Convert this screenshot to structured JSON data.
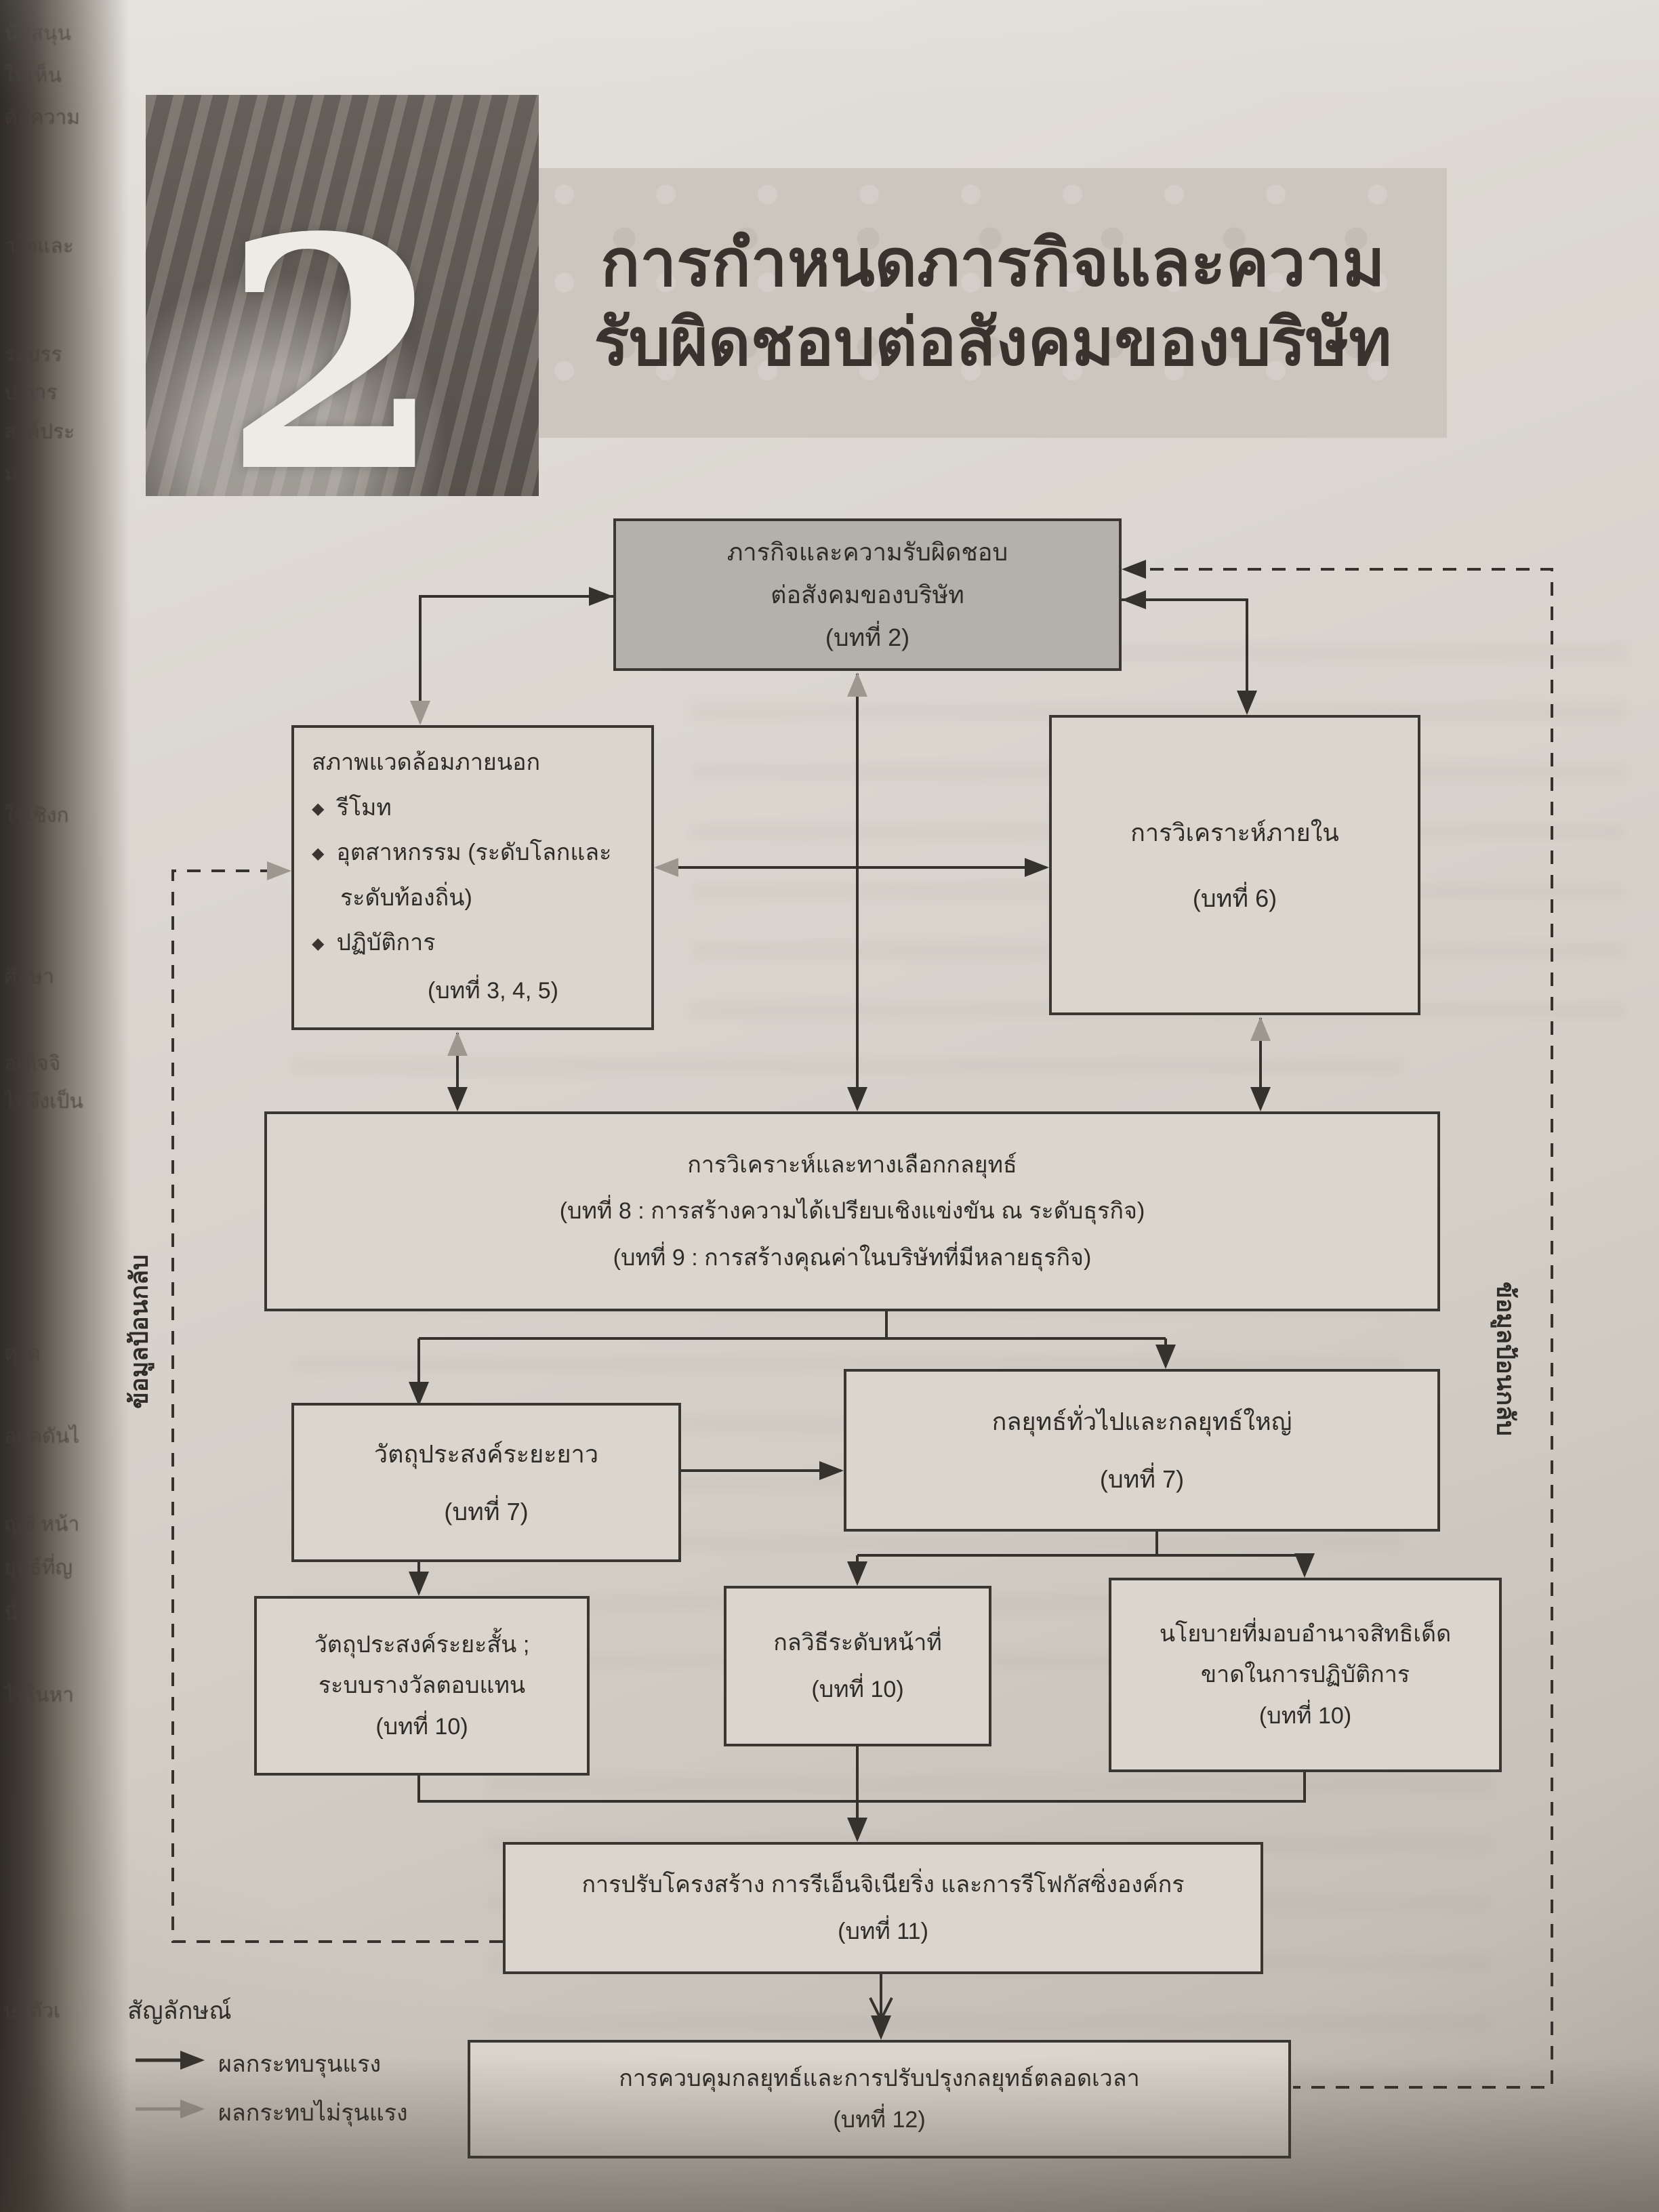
{
  "page": {
    "chapter_number": "2",
    "title_line1": "การกำหนดภารกิจและความ",
    "title_line2": "รับผิดชอบต่อสังคมของบริษัท"
  },
  "flowchart": {
    "nodes": {
      "mission": {
        "lines": [
          "ภารกิจและความรับผิดชอบ",
          "ต่อสังคมของบริษัท",
          "(บทที่ 2)"
        ]
      },
      "external": {
        "title": "สภาพแวดล้อมภายนอก",
        "bullet_glyph": "◆",
        "bullets": [
          "รีโมท",
          "อุตสาหกรรม (ระดับโลกและ",
          "ระดับท้องถิ่น)",
          "ปฏิบัติการ"
        ],
        "chapter": "(บทที่ 3, 4, 5)"
      },
      "internal": {
        "lines": [
          "การวิเคราะห์ภายใน",
          "(บทที่ 6)"
        ]
      },
      "analysis": {
        "lines": [
          "การวิเคราะห์และทางเลือกกลยุทธ์",
          "(บทที่ 8 : การสร้างความได้เปรียบเชิงแข่งขัน ณ ระดับธุรกิจ)",
          "(บทที่ 9 : การสร้างคุณค่าในบริษัทที่มีหลายธุรกิจ)"
        ]
      },
      "long_objectives": {
        "lines": [
          "วัตถุประสงค์ระยะยาว",
          "(บทที่ 7)"
        ]
      },
      "grand_strategies": {
        "lines": [
          "กลยุทธ์ทั่วไปและกลยุทธ์ใหญ่",
          "(บทที่ 7)"
        ]
      },
      "short_objectives": {
        "lines": [
          "วัตถุประสงค์ระยะสั้น ;",
          "ระบบรางวัลตอบแทน",
          "(บทที่ 10)"
        ]
      },
      "functional_tactics": {
        "lines": [
          "กลวิธีระดับหน้าที่",
          "(บทที่ 10)"
        ]
      },
      "policies": {
        "lines": [
          "นโยบายที่มอบอำนาจสิทธิเด็ด",
          "ขาดในการปฏิบัติการ",
          "(บทที่ 10)"
        ]
      },
      "restructuring": {
        "lines": [
          "การปรับโครงสร้าง การรีเอ็นจิเนียริ่ง และการรีโฟกัสซิ่งองค์กร",
          "(บทที่ 11)"
        ]
      },
      "control": {
        "lines": [
          "การควบคุมกลยุทธ์และการปรับปรุงกลยุทธ์ตลอดเวลา",
          "(บทที่ 12)"
        ]
      }
    },
    "feedback_label_left": "ข้อมูลป้อนกลับ",
    "feedback_label_right": "ข้อมูลป้อนกลับ"
  },
  "legend": {
    "heading": "สัญลักษณ์",
    "items": [
      {
        "label": "ผลกระทบรุนแรง"
      },
      {
        "label": "ผลกระทบไม่รุนแรง"
      }
    ]
  },
  "colors": {
    "strong_arrow": "#35322d",
    "weak_arrow": "#9d988f",
    "mission_fill": "#b4b1ab",
    "paper": "#d6d2ca"
  },
  "edge_fragments": [
    {
      "text": "นับสนุน"
    },
    {
      "text": "ให้เห็น"
    },
    {
      "text": "ดับความ"
    },
    {
      "text": "้าใจและ"
    },
    {
      "text": "รถบรร"
    },
    {
      "text": "บ การ"
    },
    {
      "text": "สงค์ประ"
    },
    {
      "text": "ม"
    },
    {
      "text": "ใจเชิงก"
    },
    {
      "text": "ศึกษา"
    },
    {
      "text": "้อเท็จจิ"
    },
    {
      "text": "ไม่จึงเป็น"
    },
    {
      "text": "ดุใด"
    },
    {
      "text": "อกคดันไ"
    },
    {
      "text": "ญชี หน้า"
    },
    {
      "text": "ยุทธ์ที่ญ"
    },
    {
      "text": "นี้"
    },
    {
      "text": "ไรในหา"
    },
    {
      "text": "ษาตัวเ"
    }
  ]
}
